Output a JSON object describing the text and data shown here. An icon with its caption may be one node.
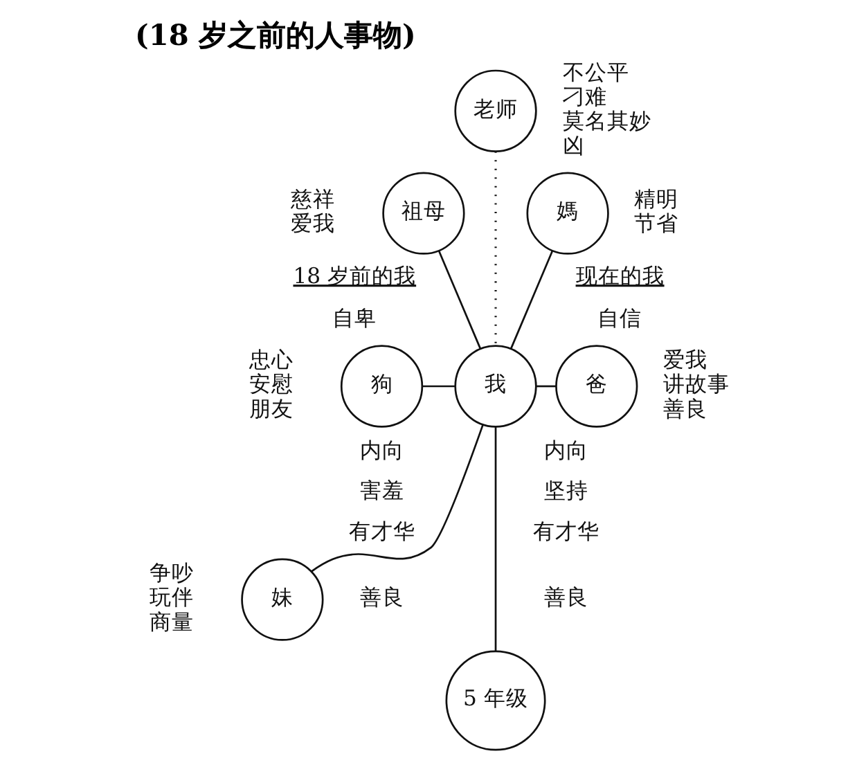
{
  "diagram": {
    "title": "(18 岁之前的人事物)",
    "nodes": [
      {
        "text": [
          "老师"
        ],
        "beside": [
          "不公平",
          "刁难",
          "莫名其妙",
          "凶"
        ]
      },
      {
        "text": [
          "祖母"
        ],
        "beside": [
          "慈祥",
          "爱我"
        ]
      },
      {
        "text": [
          "媽"
        ],
        "beside": [
          "精明",
          "节省"
        ]
      },
      {
        "text": [
          "狗"
        ],
        "beside": [
          "忠心",
          "安慰",
          "朋友"
        ]
      },
      {
        "text": [
          "我"
        ]
      },
      {
        "text": [
          "爸"
        ],
        "beside": [
          "爱我",
          "讲故事",
          "善良"
        ]
      },
      {
        "text": [
          "妹"
        ],
        "beside": [
          "争吵",
          "玩伴",
          "商量"
        ]
      },
      {
        "text": [
          "5 年级"
        ]
      }
    ],
    "edges": [
      {
        "from": 0,
        "to": 4,
        "arrow": "none",
        "style": "dashed"
      },
      {
        "from": 1,
        "to": 4,
        "arrow": "none"
      },
      {
        "from": 2,
        "to": 4,
        "arrow": "none"
      },
      {
        "from": 3,
        "to": 4,
        "arrow": "none"
      },
      {
        "from": 4,
        "to": 5,
        "arrow": "none"
      },
      {
        "from": 4,
        "to": 6,
        "arrow": "none"
      },
      {
        "from": 4,
        "to": 7,
        "arrow": "none"
      }
    ],
    "labels": [
      "18 岁前的我",
      "现在的我",
      "自卑",
      "自信",
      "内向",
      "内向",
      "害羞",
      "坚持",
      "有才华",
      "有才华",
      "善良",
      "善良"
    ]
  }
}
